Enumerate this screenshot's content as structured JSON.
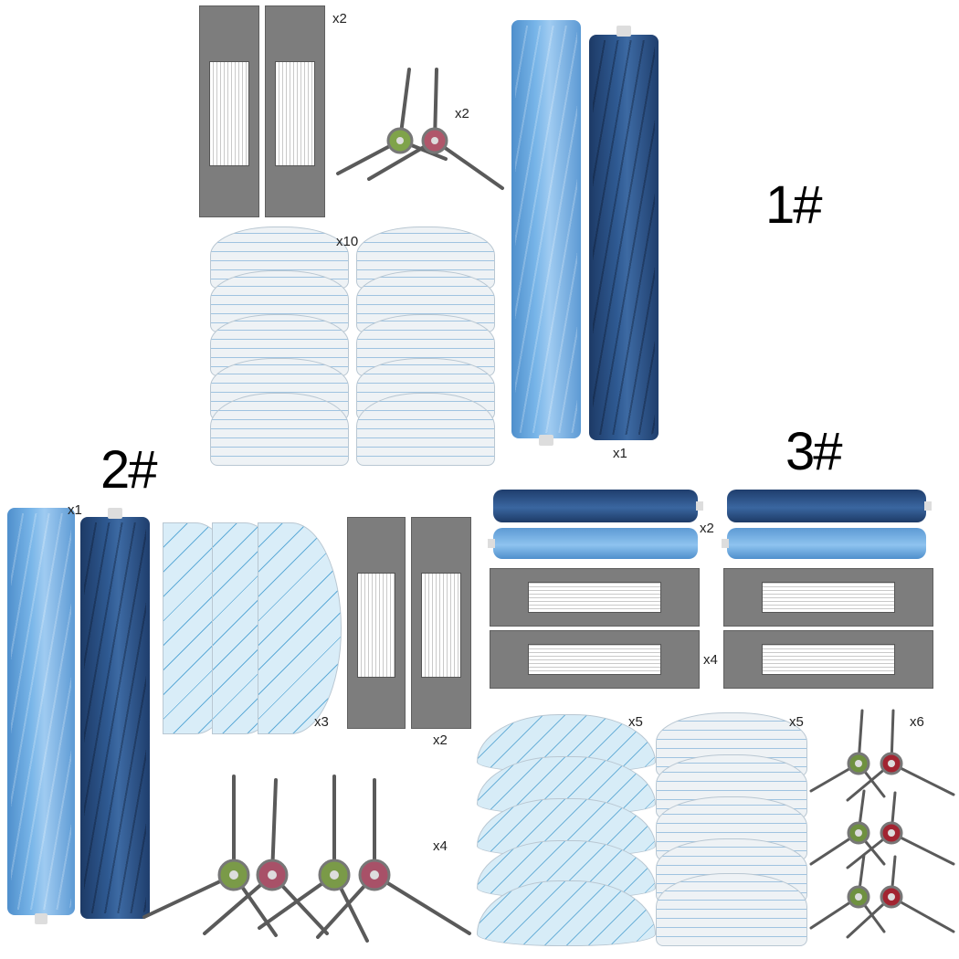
{
  "kits": [
    "1#",
    "2#",
    "3#"
  ],
  "quantities": {
    "kit1_filters": "x2",
    "kit1_brushes": "x2",
    "kit1_pads": "x10",
    "kit1_rollers": "x1",
    "kit2_rollers": "x1",
    "kit2_pads": "x3",
    "kit2_filters": "x2",
    "kit2_brushes": "x4",
    "kit3_rollers": "x2",
    "kit3_filters": "x4",
    "kit3_pads_blue": "x5",
    "kit3_pads_grey": "x5",
    "kit3_brushes": "x6"
  },
  "colors": {
    "roller_light": "#78b5e8",
    "roller_dark": "#2f5a92",
    "filter_frame": "#7d7d7d",
    "hub_green": "#7fa34a",
    "hub_red": "#a03c4d"
  }
}
